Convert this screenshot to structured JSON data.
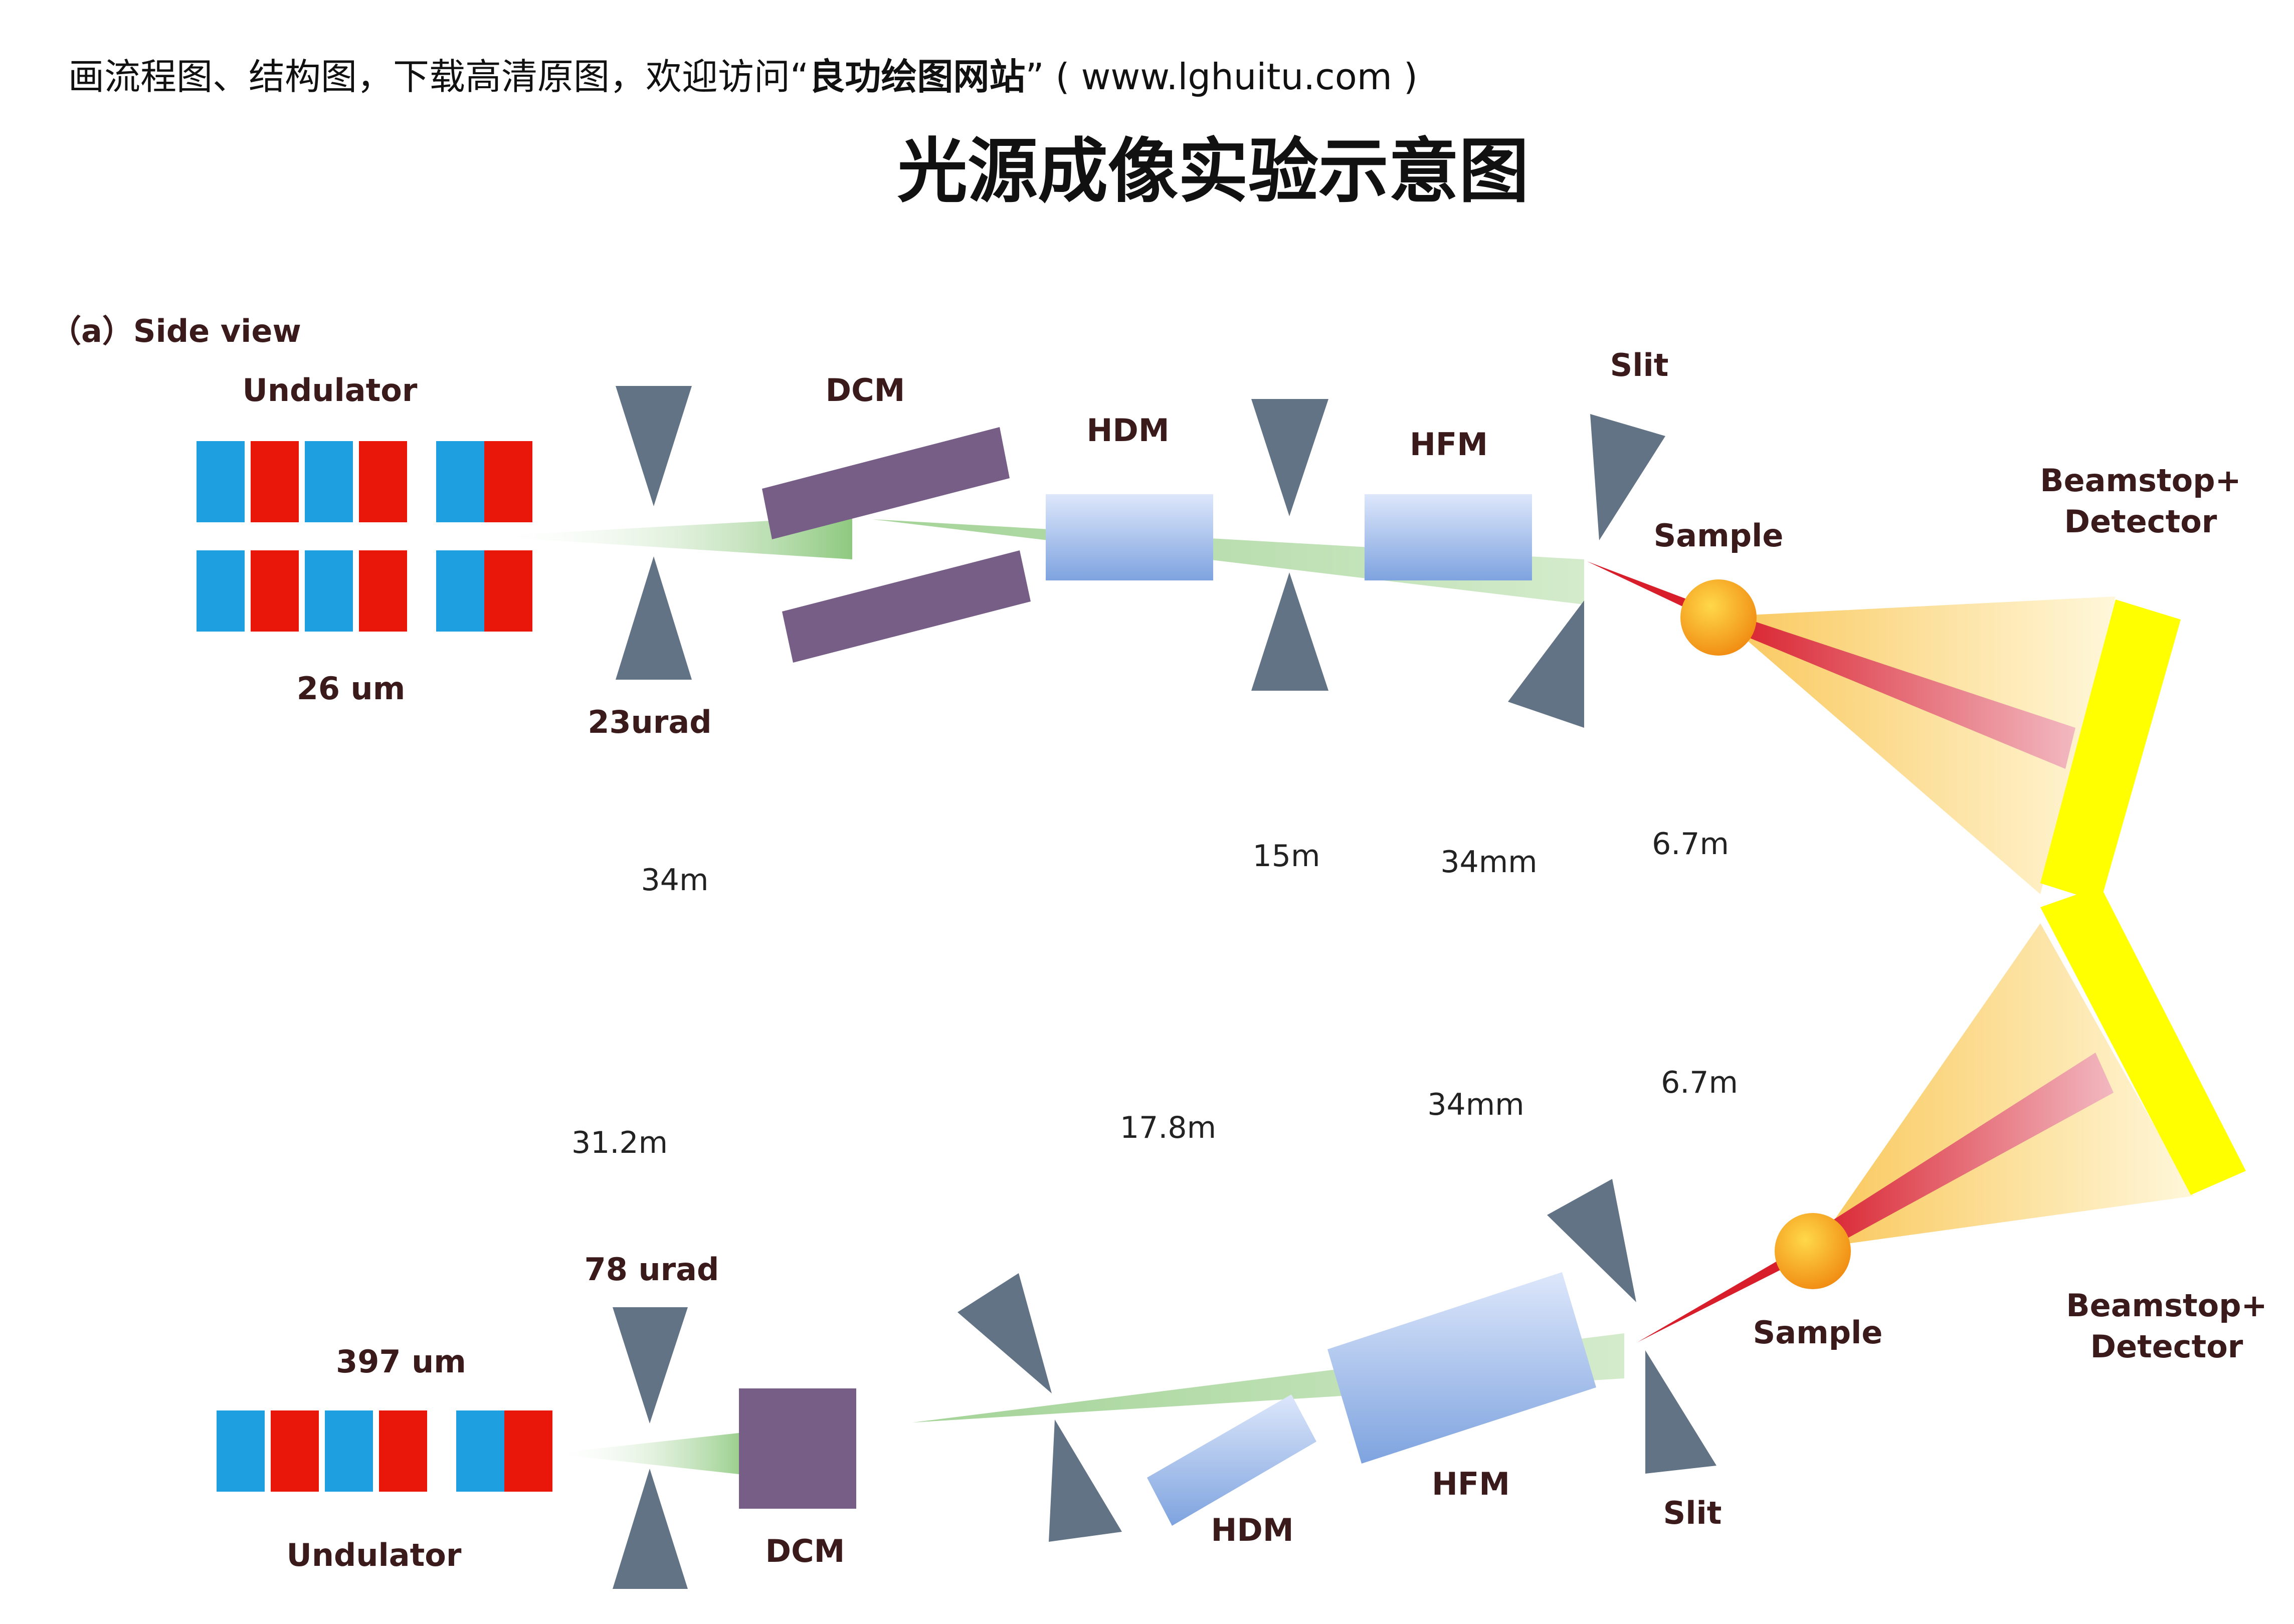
{
  "header": {
    "intro": "画流程图、结构图，下载高清原图，欢迎访问“",
    "site_name": "良功绘图网站",
    "url_part": "” ( www.lghuitu.com )"
  },
  "title": "光源成像实验示意图",
  "colors": {
    "undulator_blue": "#1ea0e0",
    "undulator_red": "#e8170a",
    "mirror_purple": "#765e87",
    "slit_gray": "#627385",
    "beam_green": "#8ec97f",
    "detector_yellow": "#ffff00",
    "sample_orange": "#f7a11a",
    "xray_red": "#d81e2a"
  },
  "top": {
    "section_label": "（a）Side view",
    "undulator": "Undulator",
    "source_size": "26 um",
    "divergence": "23urad",
    "dcm": "DCM",
    "hdm": "HDM",
    "hfm": "HFM",
    "slit": "Slit",
    "sample": "Sample",
    "detector_line1": "Beamstop+",
    "detector_line2": "Detector",
    "dist_1": "34m",
    "dist_2": "15m",
    "dist_3": "34mm",
    "dist_4": "6.7m"
  },
  "bottom": {
    "dist_1": "31.2m",
    "dist_2": "17.8m",
    "dist_3": "34mm",
    "dist_4": "6.7m",
    "divergence": "78 urad",
    "source_size": "397 um",
    "undulator": "Undulator",
    "dcm": "DCM",
    "hdm": "HDM",
    "hfm": "HFM",
    "slit": "Slit",
    "sample": "Sample",
    "detector_line1": "Beamstop+",
    "detector_line2": "Detector"
  }
}
